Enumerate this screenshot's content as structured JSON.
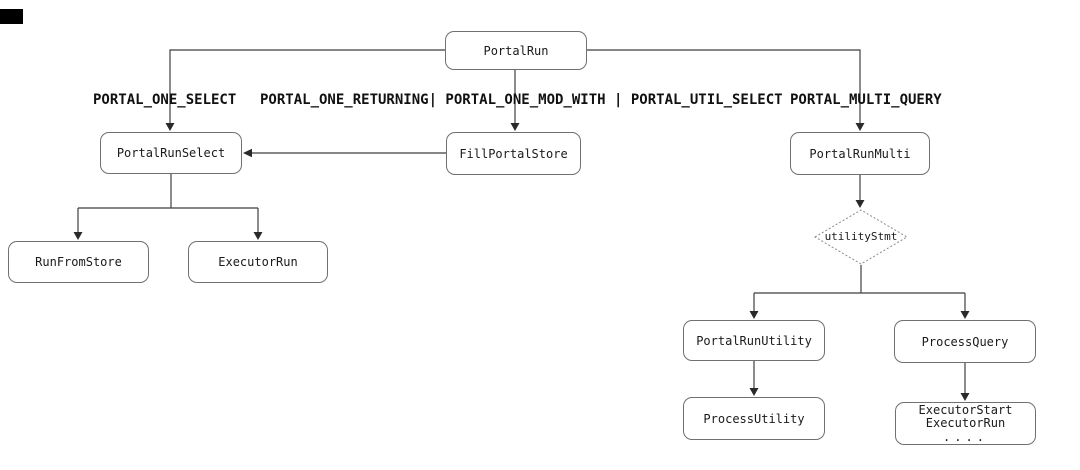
{
  "diagram": {
    "nodes": {
      "portal_run": "PortalRun",
      "portal_run_select": "PortalRunSelect",
      "fill_portal_store": "FillPortalStore",
      "portal_run_multi": "PortalRunMulti",
      "run_from_store": "RunFromStore",
      "executor_run": "ExecutorRun",
      "utility_stmt": "utilityStmt",
      "portal_run_utility": "PortalRunUtility",
      "process_query": "ProcessQuery",
      "process_utility": "ProcessUtility",
      "executor_start_lines": [
        "ExecutorStart",
        "ExecutorRun",
        "...."
      ]
    },
    "edge_labels": {
      "portal_one_select": "PORTAL_ONE_SELECT",
      "portal_one_returning_group": "PORTAL_ONE_RETURNING| PORTAL_ONE_MOD_WITH | PORTAL_UTIL_SELECT",
      "portal_multi_query": "PORTAL_MULTI_QUERY"
    },
    "colors": {
      "background": "#ffffff",
      "connector_line": "#3f3f3f",
      "arrowhead": "#2a2a2a",
      "box_border": "#707070",
      "text": "#1a1a1a",
      "diamond_border": "#8a8a8a",
      "corner_mark": "#000000"
    }
  }
}
